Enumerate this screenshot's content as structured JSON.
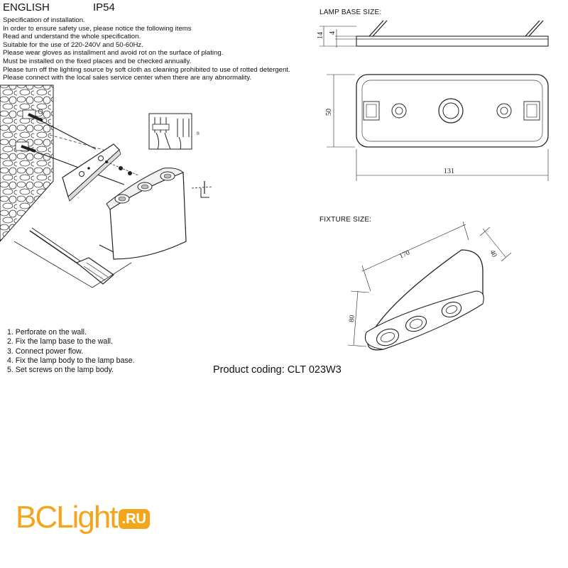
{
  "header": {
    "language": "ENGLISH",
    "rating": "IP54"
  },
  "spec_lines": [
    "Specification of installation.",
    "In order to ensure safety use, please notice the following items",
    "Read and understand the whole specification.",
    "Suitable for the use of 220-240V and 50-60Hz.",
    "Please wear gloves as installment and avoid rot on the surface of plating.",
    "Must be installed on the fixed places and be checked annually.",
    "Please turn off the lighting source by soft cloth as cleaning prohibited to use of rotted detergent.",
    "Please connect with the local sales service center when there are any abnormality."
  ],
  "steps": [
    "1. Perforate on the wall.",
    "2. Fix the lamp base to the wall.",
    "3. Connect power flow.",
    "4. Fix the lamp body to the lamp base.",
    "5. Set screws on the lamp body."
  ],
  "lamp_base": {
    "title": "LAMP BASE SIZE:",
    "dim_height": "14",
    "dim_thickness": "4",
    "dim_width": "50",
    "dim_length": "131"
  },
  "fixture": {
    "title": "FIXTURE SIZE:",
    "dim_length": "170",
    "dim_depth": "40",
    "dim_height": "80"
  },
  "product_coding": "Product coding: CLT 023W3",
  "logo": {
    "text": "BCLight",
    "suffix": ".RU",
    "color": "#f3a51b"
  }
}
